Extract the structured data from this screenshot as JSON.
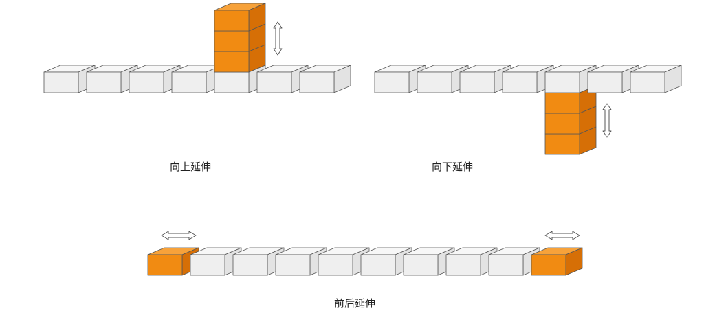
{
  "captions": {
    "upward": "向上延伸",
    "downward": "向下延伸",
    "front_back": "前后延伸"
  },
  "colors": {
    "gray_front": "#efefef",
    "gray_top": "#f7f7f7",
    "gray_side": "#e3e3e3",
    "orange_front": "#f18b12",
    "orange_top": "#f7a23a",
    "orange_side": "#d66f06",
    "stroke": "#555555",
    "arrow_fill": "#ffffff"
  },
  "icons": {
    "vertical_arrow": "double-arrow-vertical",
    "horizontal_arrow": "double-arrow-horizontal"
  },
  "diagrams": [
    {
      "name": "upward-extension",
      "row_blocks": 7,
      "orange_index": 4,
      "stack_count": 3,
      "stack_direction": "up"
    },
    {
      "name": "downward-extension",
      "row_blocks": 7,
      "orange_index": 4,
      "stack_count": 3,
      "stack_direction": "down"
    },
    {
      "name": "front-back-extension",
      "row_blocks": 10,
      "orange_ends": [
        0,
        9
      ]
    }
  ]
}
